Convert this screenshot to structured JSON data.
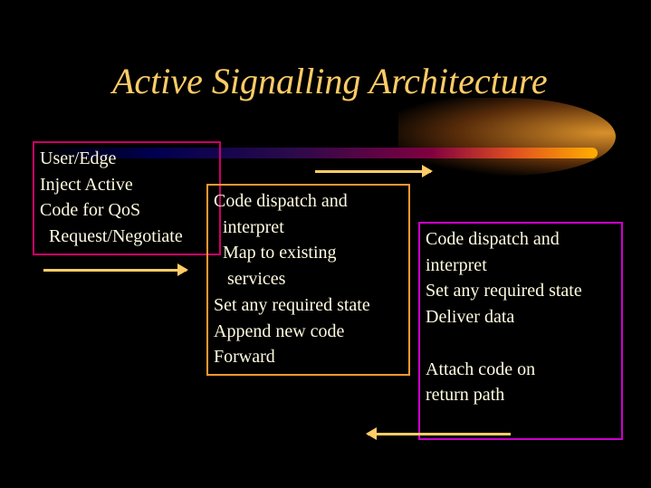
{
  "title": "Active Signalling Architecture",
  "boxes": [
    {
      "lines": [
        "User/Edge",
        "Inject Active",
        "Code for QoS",
        "  Request/Negotiate"
      ]
    },
    {
      "lines": [
        "Code dispatch and",
        "  interpret",
        "  Map to existing",
        "   services",
        "Set any required state",
        "Append new code",
        "Forward"
      ]
    },
    {
      "lines": [
        "Code dispatch and",
        "interpret",
        "Set any required state",
        "Deliver data",
        "",
        "Attach code on",
        "return path"
      ]
    }
  ],
  "colors": {
    "title": "#ffcc66",
    "box1": "#cc0066",
    "box2": "#ff9933",
    "box3": "#cc00cc",
    "arrow": "#ffcc66"
  }
}
